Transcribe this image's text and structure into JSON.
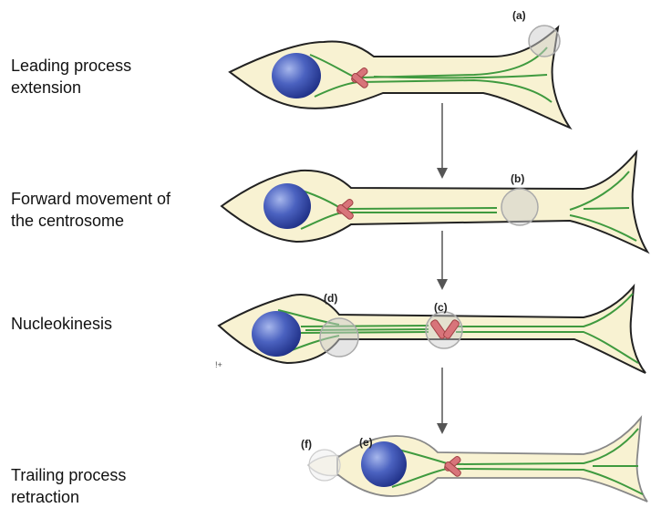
{
  "colors": {
    "cell_fill": "#f8f2d2",
    "cell_outline": "#222222",
    "microtubule": "#3f9a3f",
    "nucleus": "#2a3f9a",
    "centrosome": "#d8747a",
    "highlight": "#cccccc"
  },
  "steps": [
    {
      "label": "Leading process\nextension"
    },
    {
      "label": "Forward movement of\nthe centrosome"
    },
    {
      "label": "Nucleokinesis"
    },
    {
      "label": "Trailing process\nretraction"
    }
  ],
  "markers": {
    "a": "(a)",
    "b": "(b)",
    "c": "(c)",
    "d": "(d)",
    "e": "(e)",
    "f": "(f)"
  },
  "stray_mark": "!+"
}
